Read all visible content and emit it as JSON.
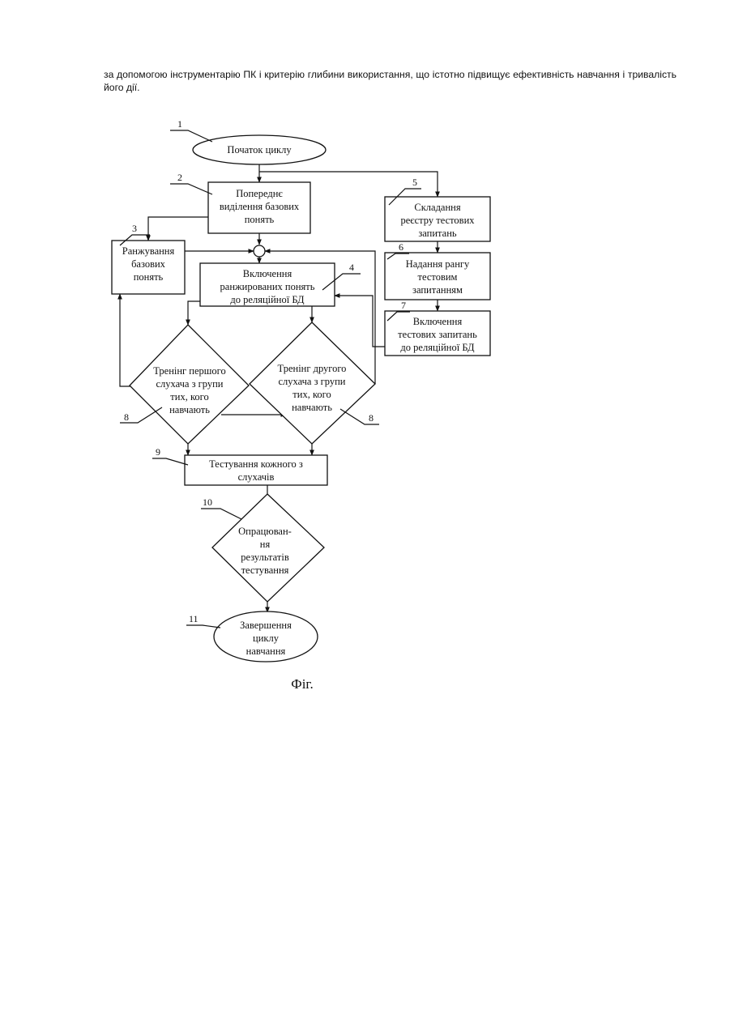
{
  "document": {
    "intro_text": "за допомогою інструментарію ПК і критерію глибини використання, що істотно підвищує ефективність навчання і тривалість його дії."
  },
  "diagram": {
    "nodes": {
      "n1": {
        "number": "1",
        "lines": [
          "Початок циклу"
        ]
      },
      "n2": {
        "number": "2",
        "lines": [
          "Попереднє",
          "виділення базових",
          "понять"
        ]
      },
      "n3": {
        "number": "3",
        "lines": [
          "Ранжування",
          "базових",
          "понять"
        ]
      },
      "n4": {
        "number": "4",
        "lines": [
          "Включення",
          "ранжированих понять",
          "до реляційної БД"
        ]
      },
      "n5": {
        "number": "5",
        "lines": [
          "Складання",
          "реєстру тестових",
          "запитань"
        ]
      },
      "n6": {
        "number": "6",
        "lines": [
          "Надання рангу",
          "тестовим",
          "запитанням"
        ]
      },
      "n7": {
        "number": "7",
        "lines": [
          "Включення",
          "тестових запитань",
          "до реляційної БД"
        ]
      },
      "n8a": {
        "number": "8",
        "lines": [
          "Тренінг першого",
          "слухача з групи",
          "тих, кого",
          "навчають"
        ]
      },
      "n8b": {
        "number": "8",
        "lines": [
          "Тренінг другого",
          "слухача з групи",
          "тих, кого",
          "навчають"
        ]
      },
      "n9": {
        "number": "9",
        "lines": [
          "Тестування кожного з",
          "слухачів"
        ]
      },
      "n10": {
        "number": "10",
        "lines": [
          "Опрацюван-",
          "ня",
          "результатів",
          "тестування"
        ]
      },
      "n11": {
        "number": "11",
        "lines": [
          "Завершення",
          "циклу",
          "навчання"
        ]
      }
    },
    "caption": "Фіг."
  }
}
